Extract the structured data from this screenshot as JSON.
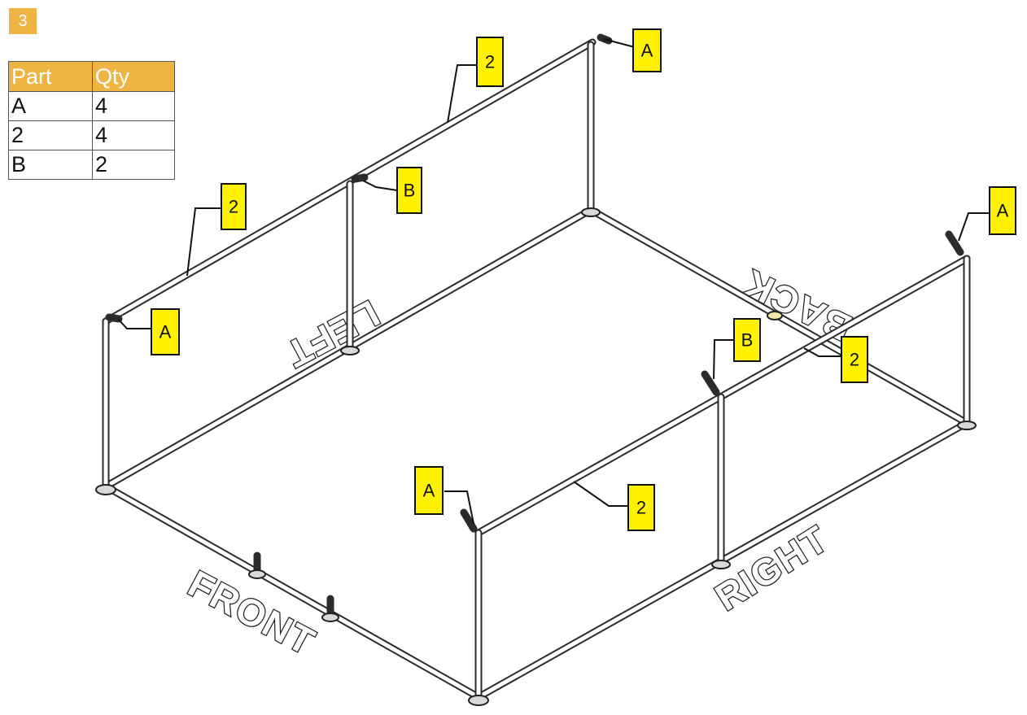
{
  "step": {
    "number": "3",
    "color": "#f0b443"
  },
  "parts_table": {
    "headers": [
      "Part",
      "Qty"
    ],
    "rows": [
      {
        "part": "A",
        "qty": "4"
      },
      {
        "part": "2",
        "qty": "4"
      },
      {
        "part": "B",
        "qty": "2"
      }
    ]
  },
  "callouts": [
    {
      "id": "a-back-top",
      "label": "A"
    },
    {
      "id": "two-top-rear",
      "label": "2"
    },
    {
      "id": "two-top-front",
      "label": "2"
    },
    {
      "id": "b-left-mid",
      "label": "B"
    },
    {
      "id": "a-left-front",
      "label": "A"
    },
    {
      "id": "a-right-back",
      "label": "A"
    },
    {
      "id": "b-right-mid",
      "label": "B"
    },
    {
      "id": "two-right-back",
      "label": "2"
    },
    {
      "id": "a-front-right",
      "label": "A"
    },
    {
      "id": "two-right-front",
      "label": "2"
    }
  ],
  "side_labels": {
    "front": "FRONT",
    "right": "RIGHT",
    "left": "LEFT",
    "back": "BACK"
  },
  "colors": {
    "callout_fill": "#fff200",
    "frame": "#2b2b2b"
  }
}
